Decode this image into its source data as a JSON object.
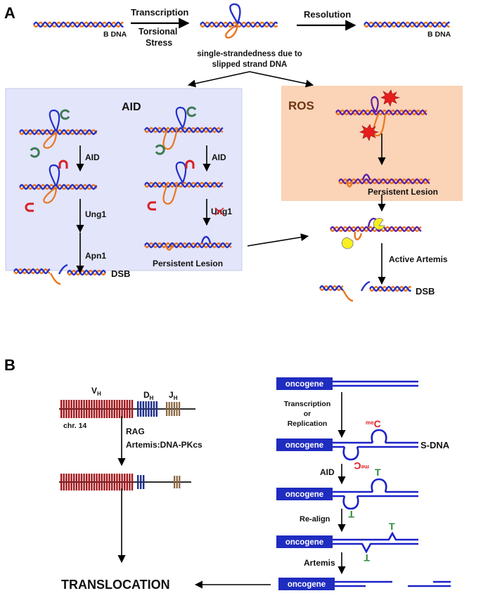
{
  "panel_a": {
    "letter": "A",
    "b_dna_left": "B DNA",
    "b_dna_right": "B DNA",
    "transcription": "Transcription",
    "torsional_stress": "Torsional",
    "torsional_stress2": "Stress",
    "resolution": "Resolution",
    "single_strand_line1": "single-strandedness due to",
    "single_strand_line2": "slipped strand DNA",
    "aid_box": {
      "title": "AID",
      "aid_step1": "AID",
      "aid_step2": "AID",
      "ung1_left": "Ung1",
      "ung1_right": "Ung1",
      "apn1": "Apn1",
      "persistent_lesion": "Persistent Lesion",
      "bg_color": "#e3e5fa"
    },
    "ros_box": {
      "title": "ROS",
      "persistent_lesion": "Persistent Lesion",
      "bg_color": "#fbd3b6",
      "title_color": "#6b3514"
    },
    "active_artemis": "Active Artemis",
    "dsb_left": "DSB",
    "dsb_right": "DSB"
  },
  "panel_b": {
    "letter": "B",
    "vh": "V",
    "vh_sub": "H",
    "dh": "D",
    "dh_sub": "H",
    "jh": "J",
    "jh_sub": "H",
    "chr": "chr. 14",
    "rag": "RAG",
    "artemis_dnapkcs": "Artemis:DNA-PKcs",
    "translocation": "TRANSLOCATION",
    "oncogene_label": "oncogene",
    "transcription": "Transcription",
    "or": "or",
    "replication": "Replication",
    "sdna": "S-DNA",
    "mec_prefix": "me",
    "mec_letter": "C",
    "aid": "AID",
    "t_letter": "T",
    "realign": "Re-align",
    "artemis": "Artemis"
  },
  "colors": {
    "dna_orange": "#e8761e",
    "dna_blue": "#2330c8",
    "vh_red": "#a3171c",
    "dh_blue": "#1f2f8c",
    "jh_tan": "#8a6540",
    "oncogene_blue": "#1f2cc0",
    "aid_green": "#3f7a55",
    "aid_red": "#d81f26",
    "lesion_yellow": "#f7f01e",
    "burst_red": "#e81e1e",
    "mec_red": "#e31e24",
    "t_green": "#2f8a38"
  }
}
